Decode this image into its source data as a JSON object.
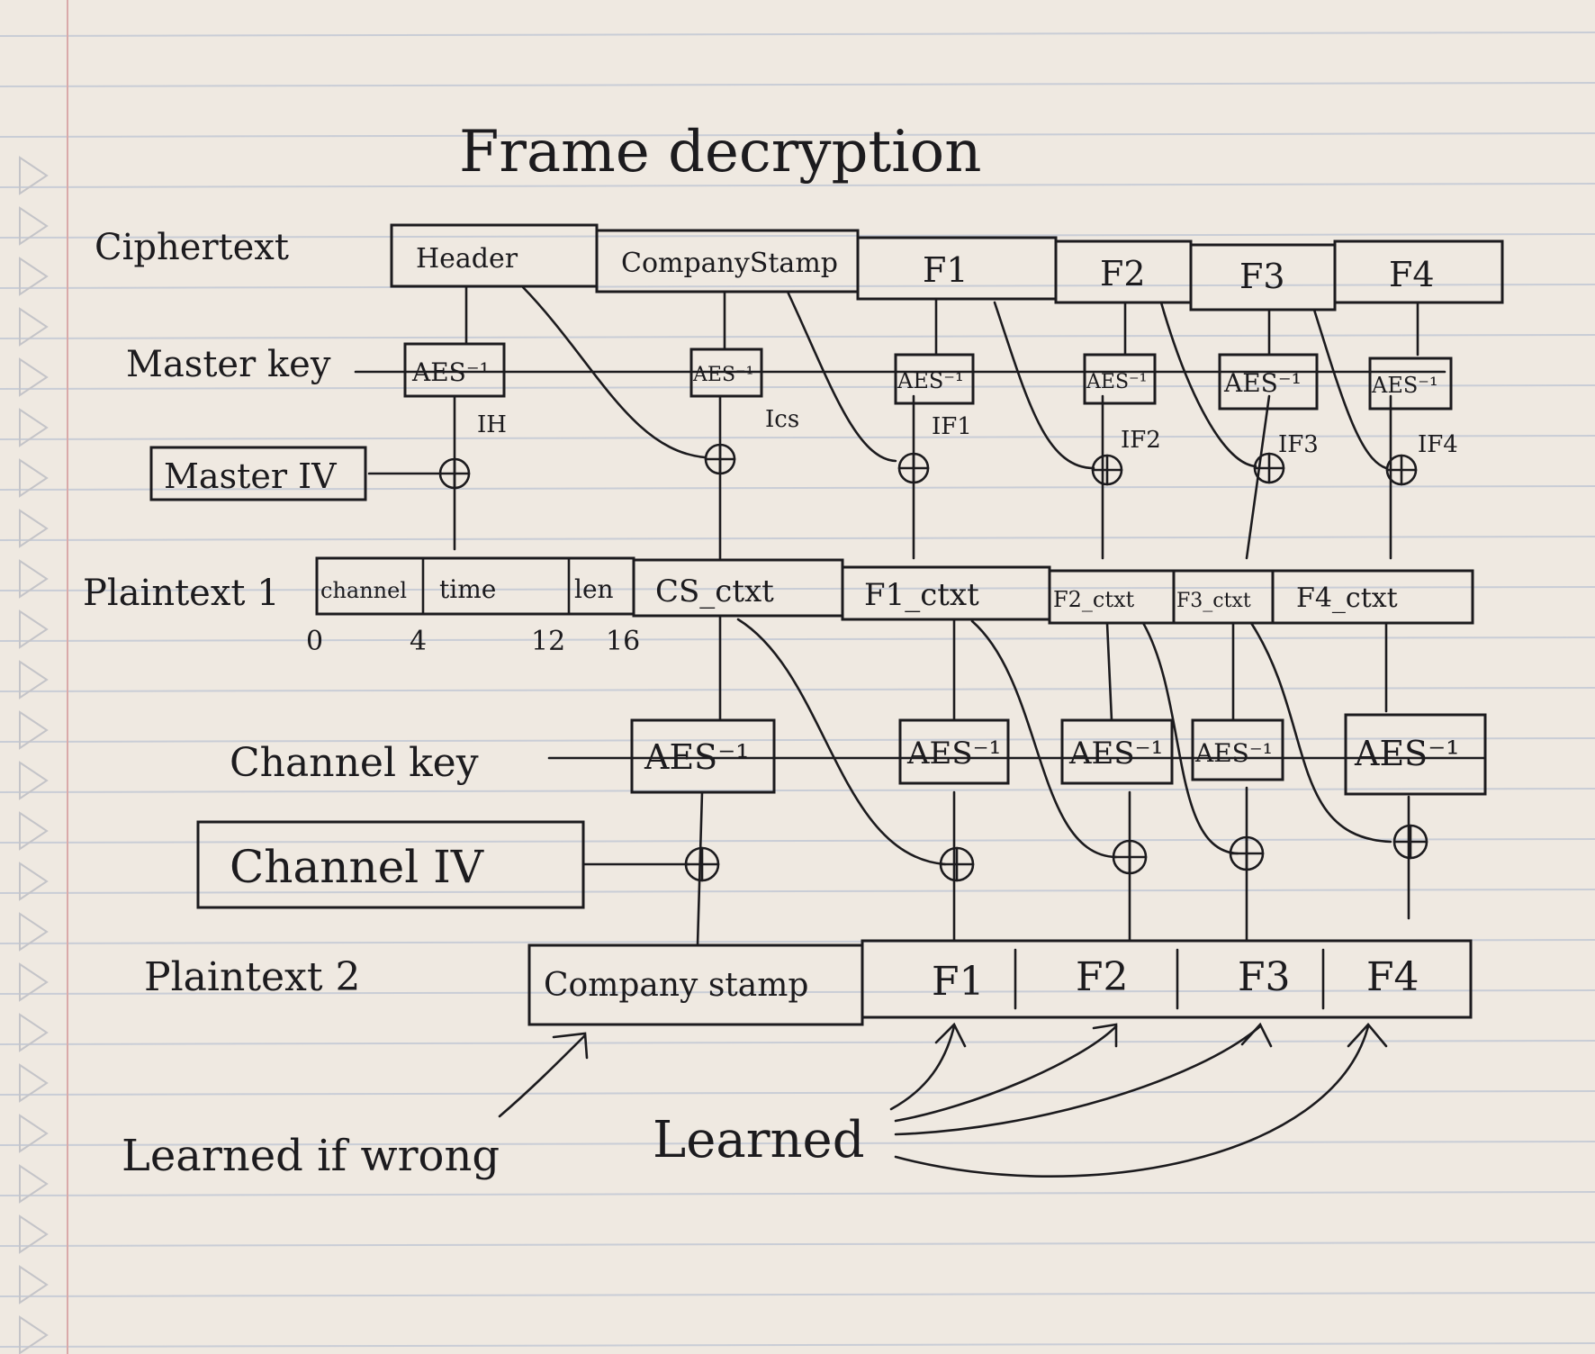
{
  "title": "Frame decryption",
  "rows": {
    "ciphertext": "Ciphertext",
    "master_key": "Master key",
    "master_iv": "Master IV",
    "plaintext1": "Plaintext 1",
    "channel_key": "Channel key",
    "channel_iv": "Channel IV",
    "plaintext2": "Plaintext 2"
  },
  "ciphertext_blocks": [
    "Header",
    "CompanyStamp",
    "F1",
    "F2",
    "F3",
    "F4"
  ],
  "intermediates": [
    "IH",
    "Ics",
    "IF1",
    "IF2",
    "IF3",
    "IF4"
  ],
  "aes_label": "AES⁻¹",
  "xor_symbol": "⊕",
  "plaintext1_fields": {
    "channel": "channel",
    "time": "time",
    "len": "len",
    "blocks": [
      "CS_ctxt",
      "F1_ctxt",
      "F2_ctxt",
      "F3_ctxt",
      "F4_ctxt"
    ]
  },
  "byte_offsets": [
    "0",
    "4",
    "12",
    "16"
  ],
  "plaintext2_blocks": [
    "Company stamp",
    "F1",
    "F2",
    "F3",
    "F4"
  ],
  "annotations": {
    "learned_if_wrong": "Learned if wrong",
    "learned": "Learned"
  },
  "colors": {
    "paper": "#efe9e1",
    "rule_line": "#c9cdd6",
    "margin_line": "#d9a9a9",
    "ink": "#1c1b1e"
  }
}
